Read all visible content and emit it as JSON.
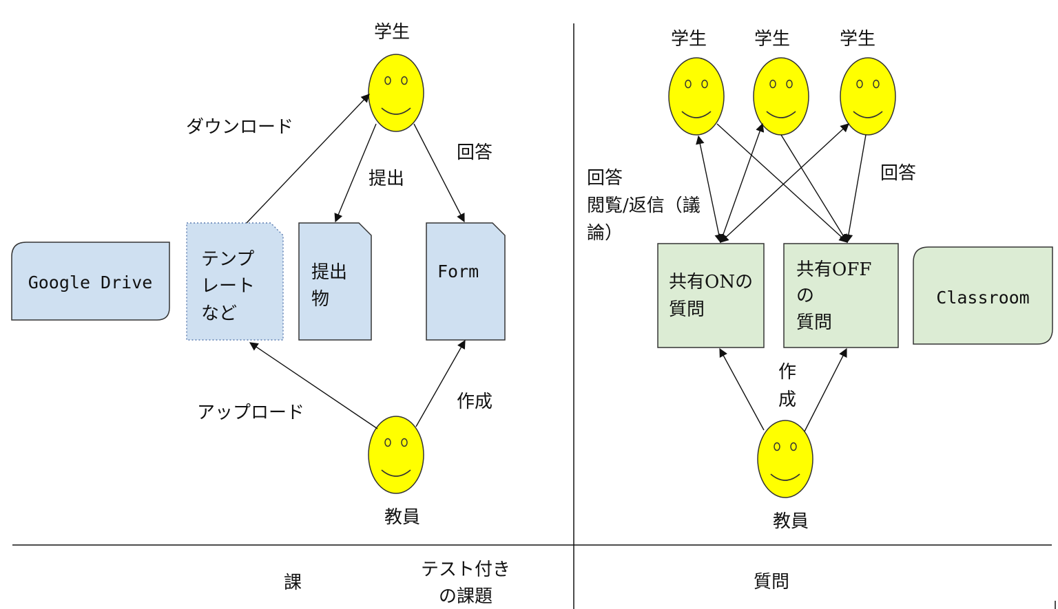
{
  "colors": {
    "face": "#ffff00",
    "blue_box": "#cfe0f1",
    "green_box": "#dcecd4",
    "stroke": "#1a1a1a"
  },
  "icons": [
    "smiley-face-icon",
    "document-shape",
    "rounded-box-shape"
  ],
  "left": {
    "student": "学生",
    "teacher": "教員",
    "google_drive": "Google Drive",
    "template": [
      "テンプ",
      "レート",
      "など"
    ],
    "submission": [
      "提出",
      "物"
    ],
    "form": "Form",
    "edge_download": "ダウンロード",
    "edge_submit": "提出",
    "edge_answer": "回答",
    "edge_upload": "アップロード",
    "edge_create": "作成"
  },
  "right": {
    "students": [
      "学生",
      "学生",
      "学生"
    ],
    "teacher": "教員",
    "edge_view": [
      "回答",
      "閲覧/返信（議",
      "論）"
    ],
    "edge_answer": "回答",
    "edge_create": [
      "作",
      "成"
    ],
    "shared_on": [
      "共有ONの",
      "質問"
    ],
    "shared_off": [
      "共有OFF",
      "の",
      "質問"
    ],
    "classroom": "Classroom"
  },
  "footer": {
    "assignment": "課",
    "quiz": [
      "テスト付き",
      "の課題"
    ],
    "question": "質問"
  }
}
